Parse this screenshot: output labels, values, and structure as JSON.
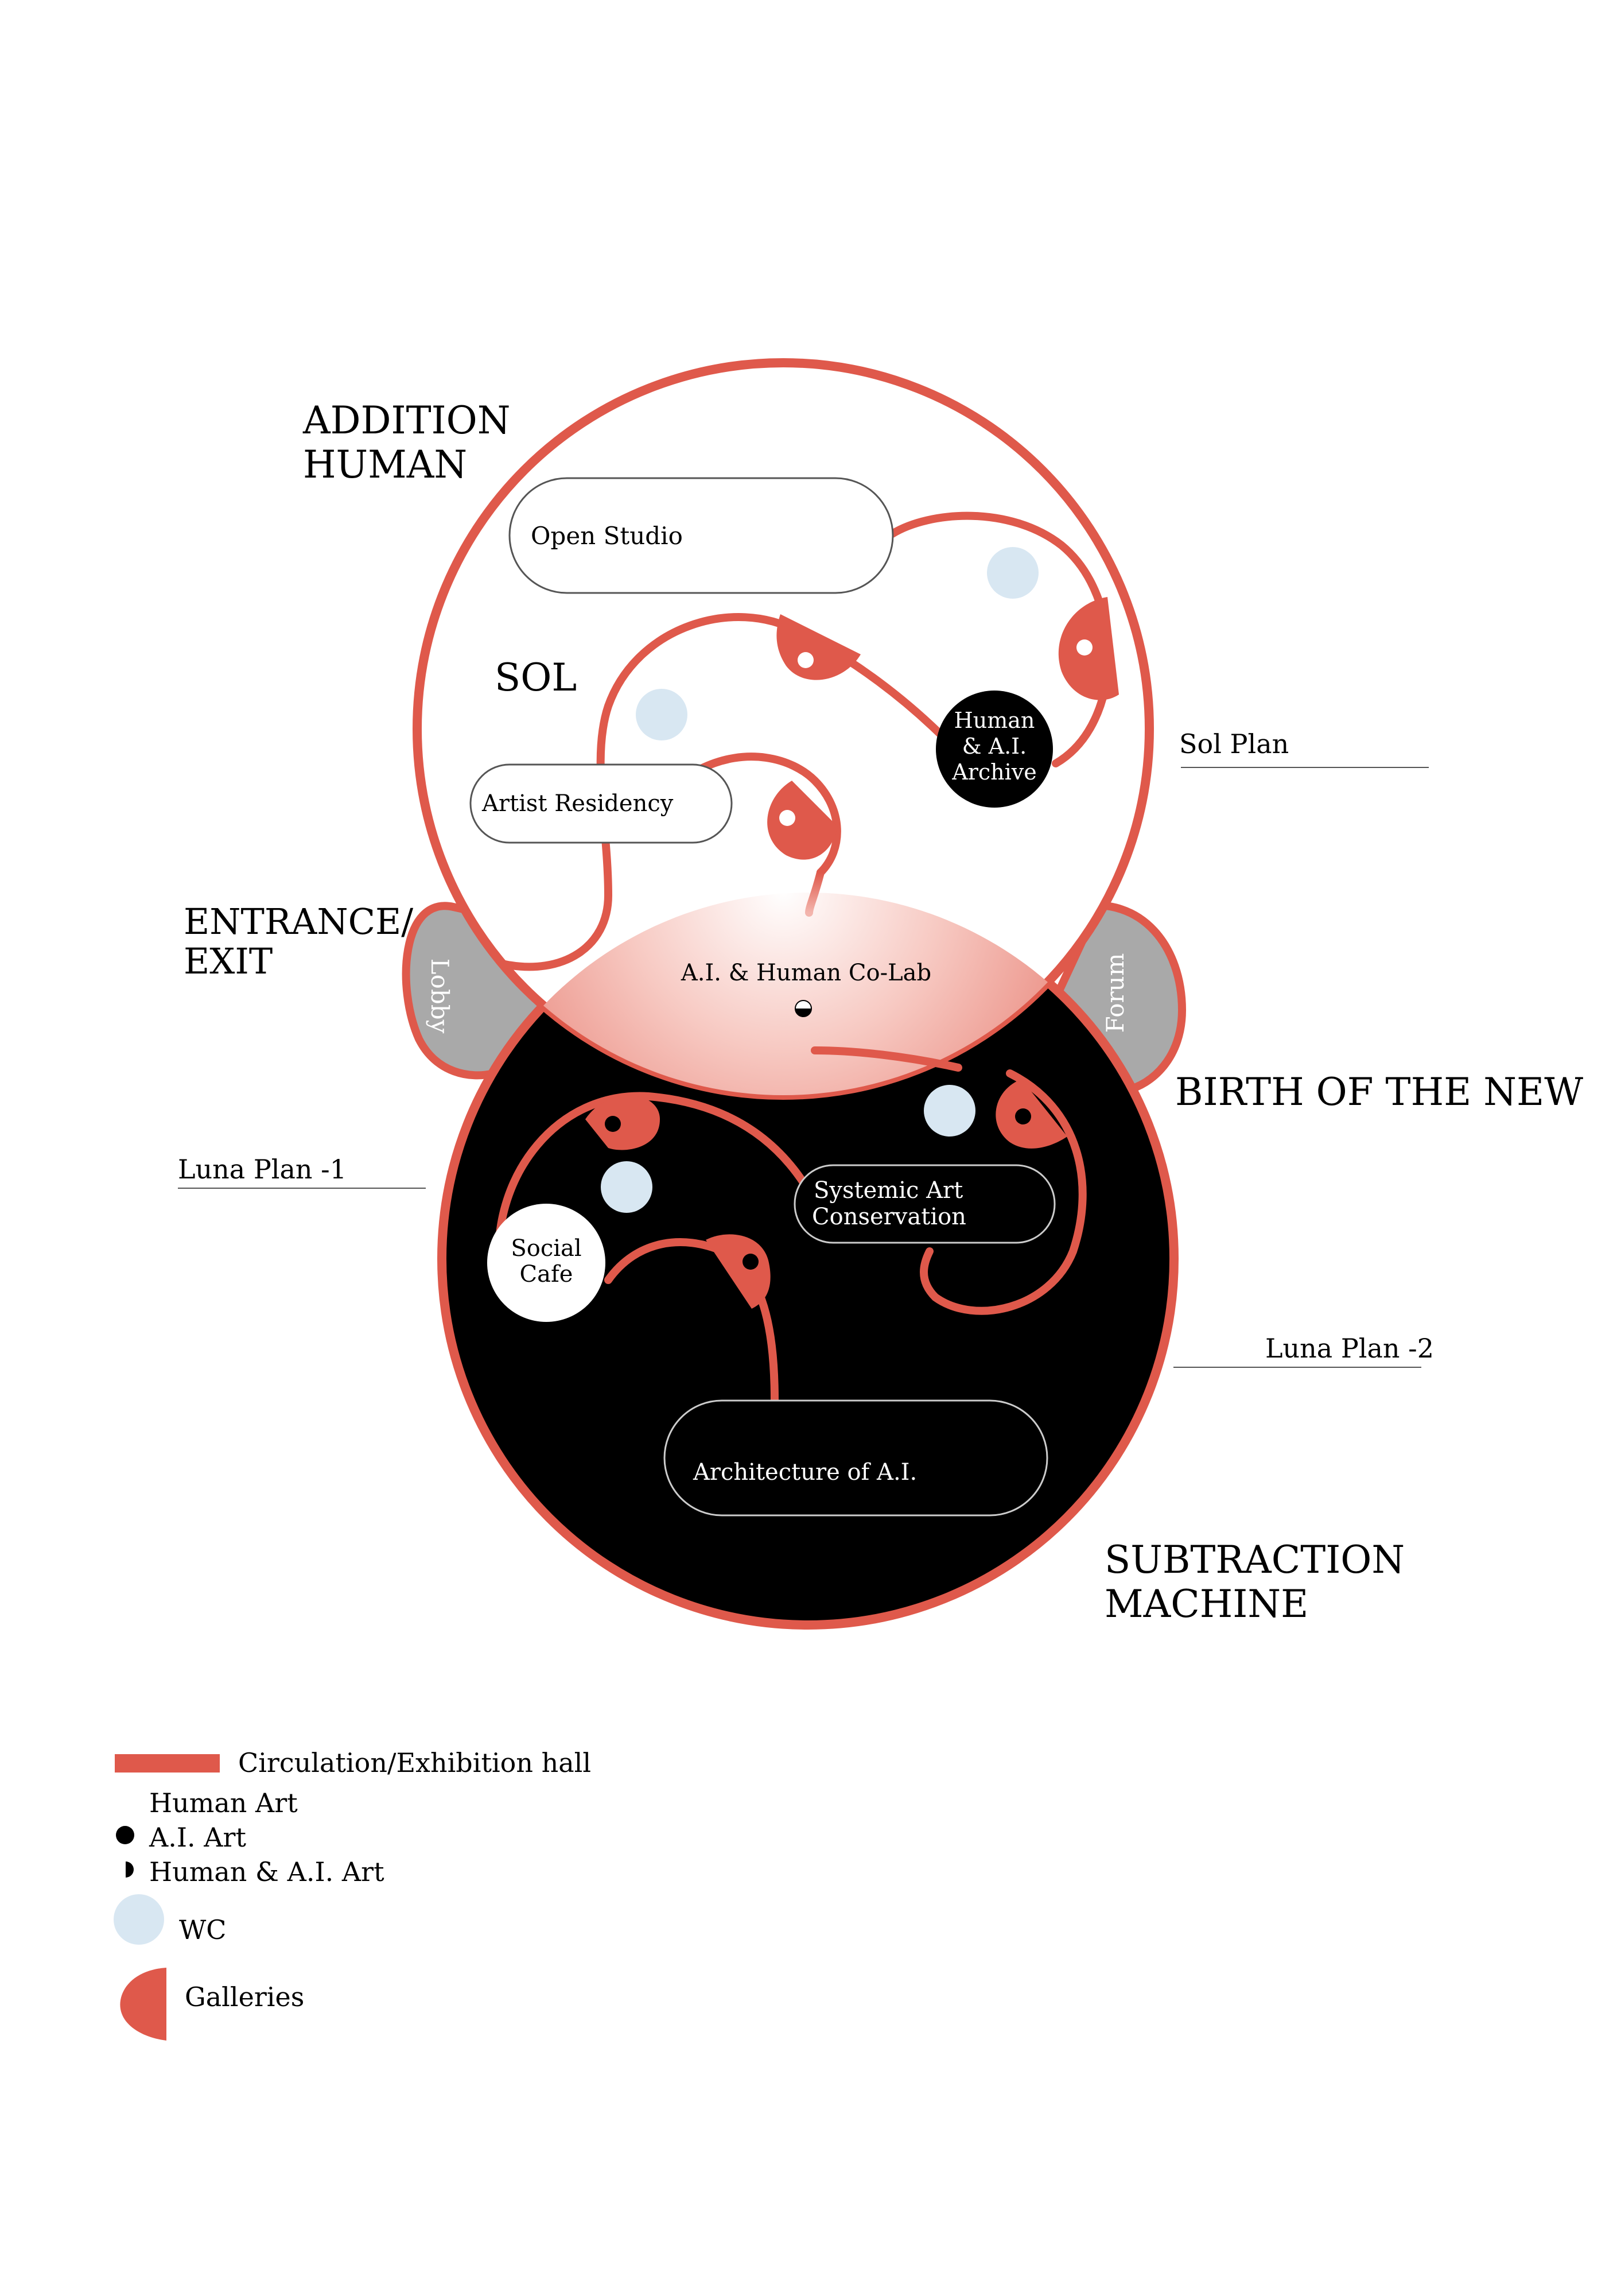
{
  "headings": {
    "addition_line1": "ADDITION",
    "addition_line2": "HUMAN",
    "sol": "SOL",
    "entrance_line1": "ENTRANCE/",
    "entrance_line2": "EXIT",
    "birth": "BIRTH OF THE NEW",
    "subtraction_line1": "SUBTRACTION",
    "subtraction_line2": "MACHINE"
  },
  "plans": {
    "sol_plan": "Sol Plan",
    "luna_plan_1": "Luna Plan -1",
    "luna_plan_2": "Luna Plan -2"
  },
  "rooms": {
    "open_studio": "Open Studio",
    "artist_residency": "Artist Residency",
    "archive_line1": "Human",
    "archive_line2": "& A.I.",
    "archive_line3": "Archive",
    "colab": "A.I. & Human Co-Lab",
    "lobby": "Lobby",
    "forum": "Forum",
    "systemic_line1": "Systemic Art",
    "systemic_line2": "Conservation",
    "cafe_line1": "Social",
    "cafe_line2": "Cafe",
    "architecture": "Architecture of A.I."
  },
  "legend": {
    "circulation": "Circulation/Exhibition hall",
    "human_art": "Human Art",
    "ai_art": "A.I. Art",
    "human_ai_art": "Human & A.I. Art",
    "wc": "WC",
    "galleries": "Galleries"
  },
  "colors": {
    "accent_red": "#df594b",
    "wc_blue": "#d8e7f2",
    "lobby_gray": "#a9a9a9",
    "black": "#000000"
  }
}
